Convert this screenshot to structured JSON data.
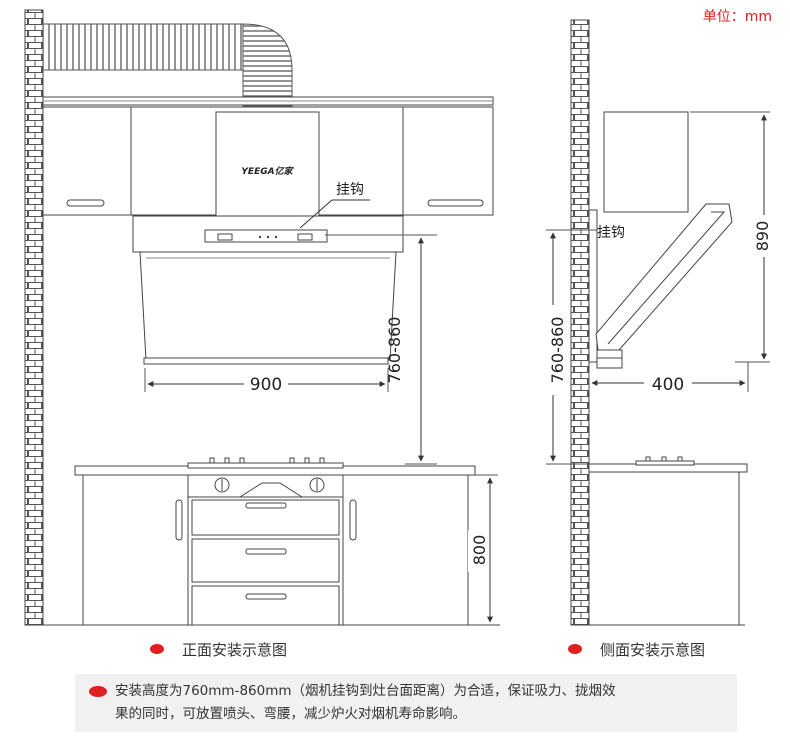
{
  "unit_label": "单位：mm",
  "brand_logo": "YEEGA亿家",
  "front": {
    "hook_label": "挂钩",
    "width_dim": "900",
    "height_dim": "760-860",
    "cabinet_dim": "800",
    "caption": "正面安装示意图"
  },
  "side": {
    "hook_label": "挂钩",
    "hood_height_dim": "890",
    "install_height_dim": "760-860",
    "depth_dim": "400",
    "caption": "侧面安装示意图"
  },
  "note": {
    "line1": "安装高度为760mm-860mm（烟机挂钩到灶台面距离）为合适，保证吸力、拢烟效",
    "line2": "果的同时，可放置喷头、弯腰，减少炉火对烟机寿命影响。"
  },
  "colors": {
    "accent": "#e02020",
    "line": "#333333",
    "note_bg": "#f1f1f1"
  }
}
